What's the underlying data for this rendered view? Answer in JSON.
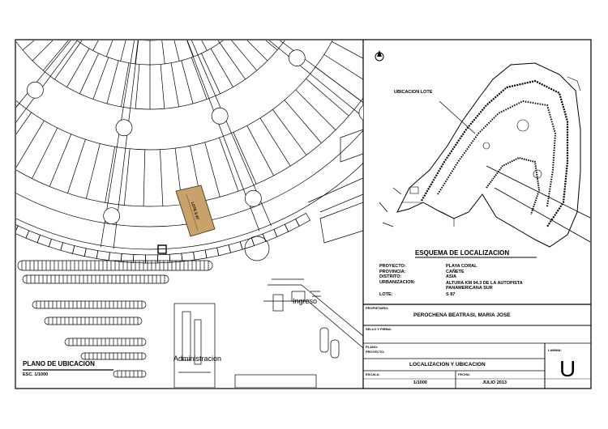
{
  "colors": {
    "lot_fill": "#c8a26a",
    "lot_stroke": "#3a2a10",
    "line": "#000000",
    "paper": "#ffffff"
  },
  "plan": {
    "title": "PLANO DE UBICACION",
    "scale": "ESC. 1/1000",
    "ingreso_label": "Ingreso",
    "admin_label": "Administracion",
    "lot_text": "LOTE S 87"
  },
  "locator": {
    "north_icon": "north-arrow-icon",
    "ubicacion_label": "UBICACION LOTE",
    "title": "ESQUEMA DE LOCALIZACION",
    "fields": [
      {
        "key": "PROYECTO:",
        "value": "PLAYA CORAL"
      },
      {
        "key": "PROVINCIA:",
        "value": "CAÑETE"
      },
      {
        "key": "DISTRITO:",
        "value": "ASIA"
      },
      {
        "key": "URBANIZACION:",
        "value": "ALTURA KM 94.3 DE LA AUTOPISTA PANAMERICANA SUR"
      },
      {
        "key": "LOTE:",
        "value": "S 87"
      }
    ]
  },
  "title_block": {
    "owner_label": "PROPIETARIO:",
    "owner": "PEROCHENA BEATRASI, MARIA JOSE",
    "signature_label": "SELLO Y FIRMA:",
    "plan_label": "PLANO:",
    "plan_label2": "PROYECTO:",
    "plan_name": "LOCALIZACION Y UBICACION",
    "scale_label": "ESCALA:",
    "scale": "1/1000",
    "date_label": "FECHA:",
    "date": "JULIO 2013",
    "sheet_label": "LAMINA:",
    "sheet": "U"
  }
}
